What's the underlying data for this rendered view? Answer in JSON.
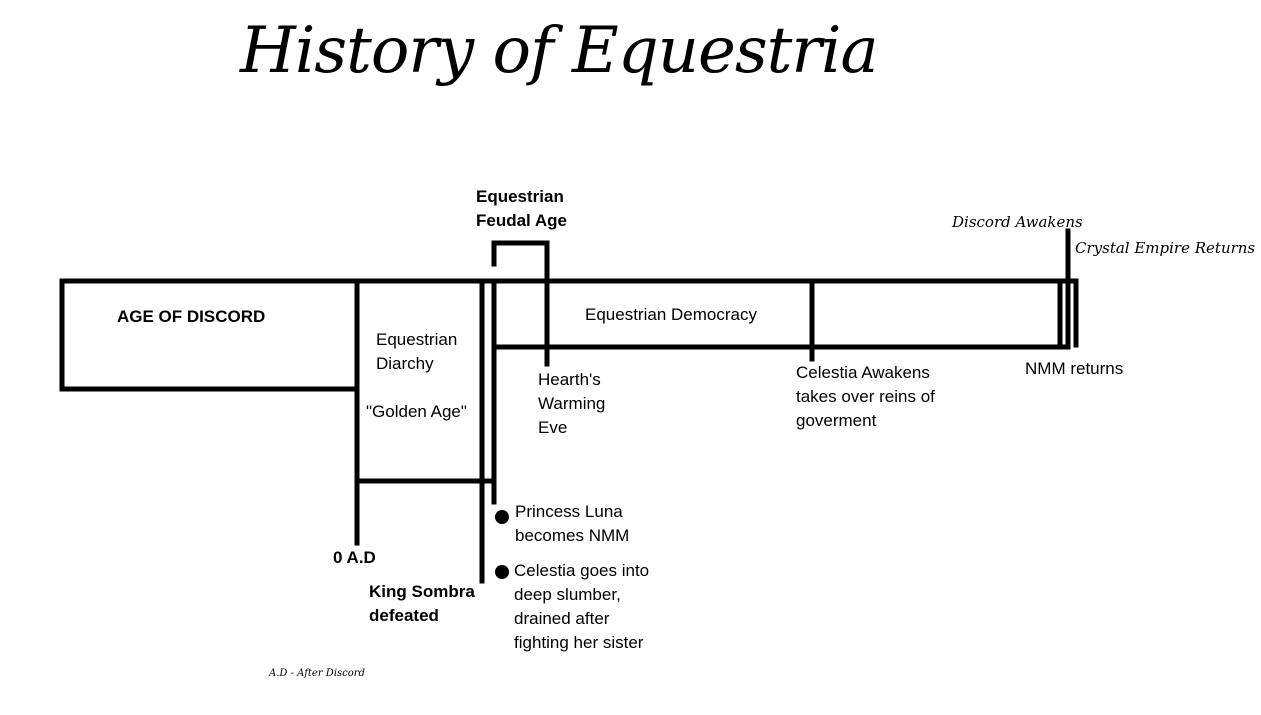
{
  "title": "History of Equestria",
  "labels": {
    "age_of_discord": "AGE OF DISCORD",
    "diarchy_1": "Equestrian",
    "diarchy_2": "Diarchy",
    "golden_age": "\"Golden Age\"",
    "feudal_1": "Equestrian",
    "feudal_2": "Feudal Age",
    "democracy": "Equestrian Democracy",
    "hearths_1": "Hearth's",
    "hearths_2": "Warming",
    "hearths_3": "Eve",
    "celestia_awakens_1": "Celestia Awakens",
    "celestia_awakens_2": "takes over reins of",
    "celestia_awakens_3": "goverment",
    "discord_awakens": "Discord Awakens",
    "crystal_empire": "Crystal Empire Returns",
    "nmm_returns": "NMM returns",
    "zero_ad": "0 A.D",
    "sombra_1": "King Sombra",
    "sombra_2": "defeated",
    "luna_1": "Princess Luna",
    "luna_2": "becomes NMM",
    "slumber_1": "Celestia goes into",
    "slumber_2": "deep slumber,",
    "slumber_3": "drained after",
    "slumber_4": "fighting her sister",
    "footnote": "A.D - After Discord"
  }
}
